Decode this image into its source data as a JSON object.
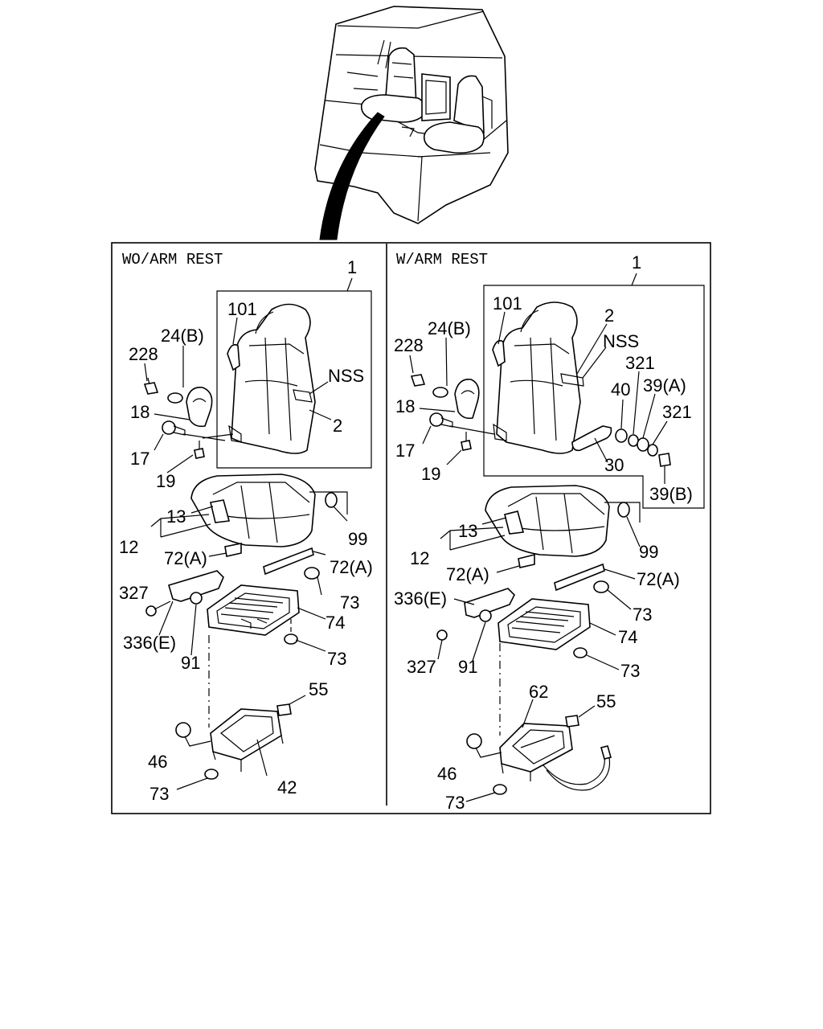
{
  "panels": {
    "left": {
      "heading": "WO/ARM REST",
      "labels": {
        "l1": "1",
        "l101": "101",
        "l24b": "24(B)",
        "l228": "228",
        "l18": "18",
        "lnss": "NSS",
        "l2": "2",
        "l17": "17",
        "l19": "19",
        "l13": "13",
        "l12": "12",
        "l99": "99",
        "l72a_1": "72(A)",
        "l72a_2": "72(A)",
        "l327": "327",
        "l73_1": "73",
        "l74": "74",
        "l336e": "336(E)",
        "l91": "91",
        "l73_2": "73",
        "l55": "55",
        "l46": "46",
        "l73_3": "73",
        "l42": "42"
      }
    },
    "right": {
      "heading": "W/ARM REST",
      "labels": {
        "l1": "1",
        "l101": "101",
        "l2": "2",
        "l24b": "24(B)",
        "lnss": "NSS",
        "l228": "228",
        "l321_1": "321",
        "l40": "40",
        "l39a": "39(A)",
        "l18": "18",
        "l321_2": "321",
        "l17": "17",
        "l30": "30",
        "l19": "19",
        "l39b": "39(B)",
        "l13": "13",
        "l99": "99",
        "l12": "12",
        "l72a_1": "72(A)",
        "l72a_2": "72(A)",
        "l336e": "336(E)",
        "l73_1": "73",
        "l74": "74",
        "l327": "327",
        "l91": "91",
        "l73_2": "73",
        "l62": "62",
        "l55": "55",
        "l46": "46",
        "l73_3": "73"
      }
    }
  }
}
